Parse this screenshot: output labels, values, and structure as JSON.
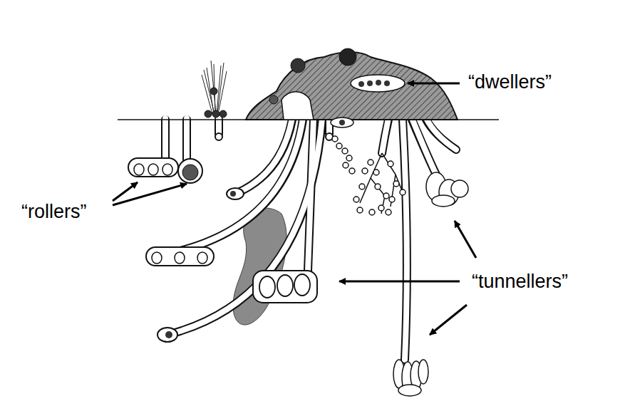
{
  "diagram": {
    "labels": [
      "“dwellers”",
      "“rollers”",
      "“tunnellers”"
    ]
  }
}
